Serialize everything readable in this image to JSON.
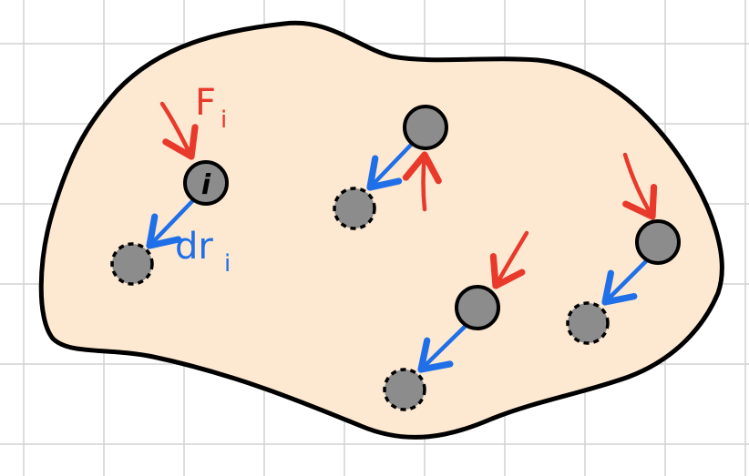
{
  "diagram": {
    "colors": {
      "grid": "#d2d2d2",
      "body_fill": "#fde9d2",
      "outline": "#000000",
      "particle_fill": "#8c8c8c",
      "force": "#e8392b",
      "displacement": "#1f6fe8"
    },
    "labels": {
      "particle": "i",
      "force_main": "F",
      "force_sub": "i",
      "disp_main": "dr",
      "disp_sub": "i"
    }
  }
}
